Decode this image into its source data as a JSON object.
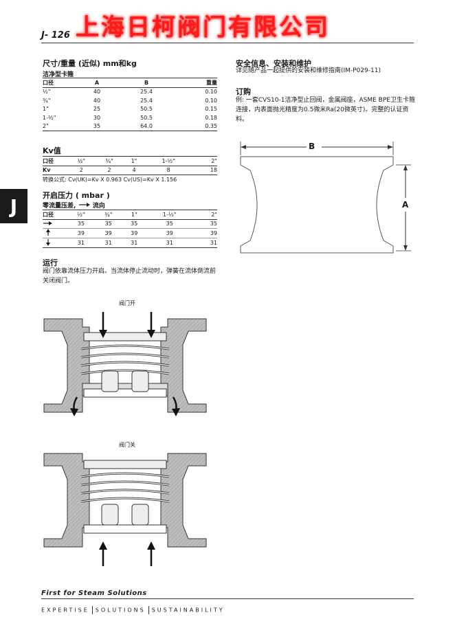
{
  "header": {
    "page_label": "J- 126",
    "company_watermark": "上海日柯阀门有限公司",
    "side_tab": "J"
  },
  "dimensions": {
    "title": "尺寸/重量 (近似) mm和kg",
    "subtitle": "洁净型卡箍",
    "columns": [
      "口径",
      "A",
      "B",
      "重量"
    ],
    "rows": [
      [
        "½\"",
        "40",
        "25.4",
        "0.10"
      ],
      [
        "¾\"",
        "40",
        "25.4",
        "0.10"
      ],
      [
        "1\"",
        "25",
        "50.5",
        "0.15"
      ],
      [
        "1-½\"",
        "30",
        "50.5",
        "0.18"
      ],
      [
        "2\"",
        "35",
        "64.0",
        "0.35"
      ]
    ]
  },
  "kv": {
    "title": "Kv值",
    "columns": [
      "口径",
      "½\"",
      "¾\"",
      "1\"",
      "1-½\"",
      "2\""
    ],
    "row": [
      "Kv",
      "2",
      "2",
      "4",
      "8",
      "18"
    ],
    "formula": "转换公式: Cv(UK)=Kv X 0.963  Cv(US)=Kv X 1.156"
  },
  "opening_pressure": {
    "title": "开启压力 ( mbar )",
    "subtitle_a": "零流量压差,",
    "subtitle_b": "流向",
    "columns": [
      "口径",
      "½\"",
      "¾\"",
      "1\"",
      "1-½\"",
      "2\""
    ],
    "rows": [
      [
        "35",
        "35",
        "35",
        "35",
        "35"
      ],
      [
        "39",
        "39",
        "39",
        "39",
        "39"
      ],
      [
        "31",
        "31",
        "31",
        "31",
        "31"
      ]
    ]
  },
  "operation": {
    "title": "运行",
    "text": "阀门依靠流体压力开启。当流体停止流动时，弹簧在流体倒流前关闭阀门。",
    "valve_open_label": "阀门开",
    "valve_closed_label": "阀门关"
  },
  "safety": {
    "title": "安全信息、安装和维护",
    "text": "详见随产品一起提供的安装和维修指南(IM-P029-11)"
  },
  "ordering": {
    "title": "订购",
    "text": "例: 一套CVS10-1洁净型止回阀，金属阀座，ASME BPE卫生卡箍连接，内表面抛光精度为0.5微米Ra(20微英寸)。完整的认证资料。"
  },
  "drawing": {
    "label_a": "A",
    "label_b": "B"
  },
  "footer": {
    "tagline": "First for Steam Solutions",
    "word1": "EXPERTISE",
    "word2": "SOLUTIONS",
    "word3": "SUSTAINABILITY"
  }
}
